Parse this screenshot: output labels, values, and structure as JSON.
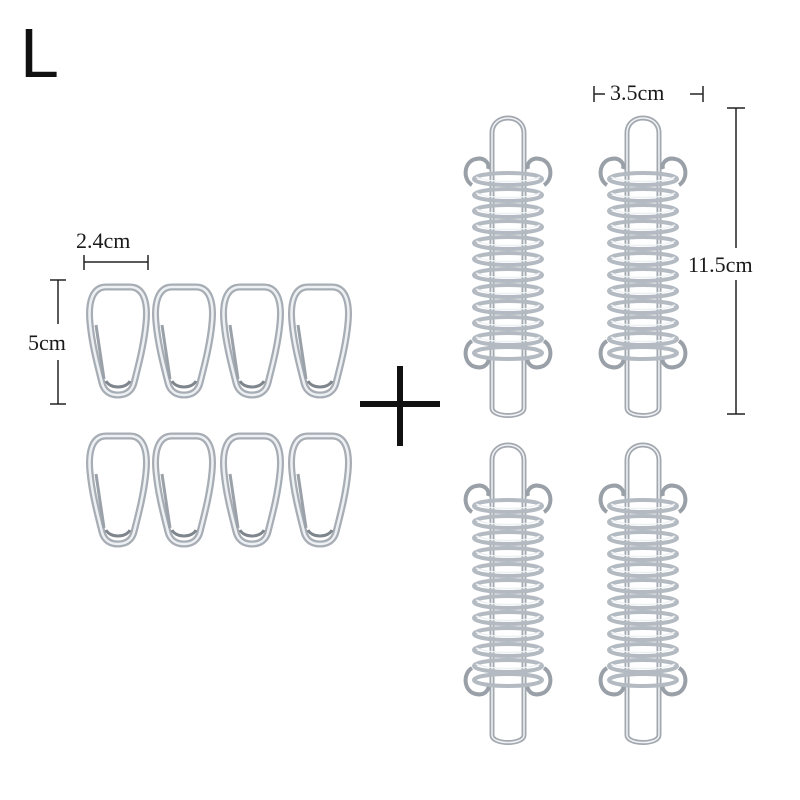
{
  "product": {
    "size_label": "L"
  },
  "dimensions": {
    "carabiner_width": "2.4cm",
    "carabiner_height": "5cm",
    "spring_width": "3.5cm",
    "spring_height": "11.5cm"
  },
  "contents": {
    "carabiner_count": 8,
    "spring_buckle_count": 4
  },
  "colors": {
    "metal": "#c9ced4",
    "metal_dark": "#8a9098",
    "ink": "#1a1a1a"
  }
}
